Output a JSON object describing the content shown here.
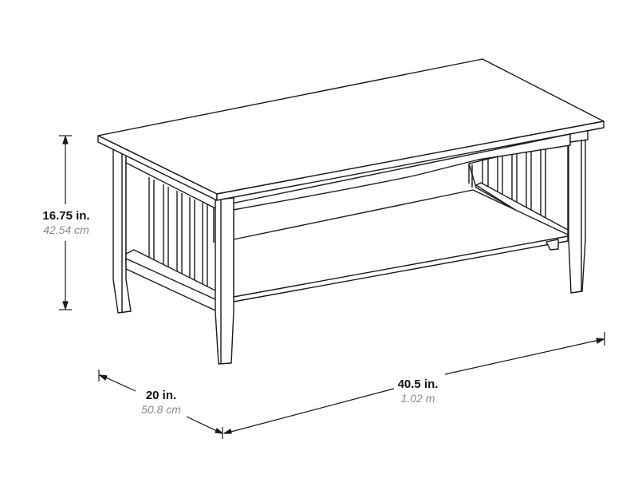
{
  "diagram": {
    "subject": "coffee-table",
    "style": "line-drawing",
    "colors": {
      "line": "#1a1a1a",
      "imperial_text": "#111111",
      "metric_text": "#8a8a8a",
      "background": "#ffffff"
    }
  },
  "dimensions": {
    "height": {
      "imperial": "16.75 in.",
      "metric": "42.54 cm"
    },
    "depth": {
      "imperial": "20 in.",
      "metric": "50.8 cm"
    },
    "width": {
      "imperial": "40.5 in.",
      "metric": "1.02 m"
    }
  }
}
